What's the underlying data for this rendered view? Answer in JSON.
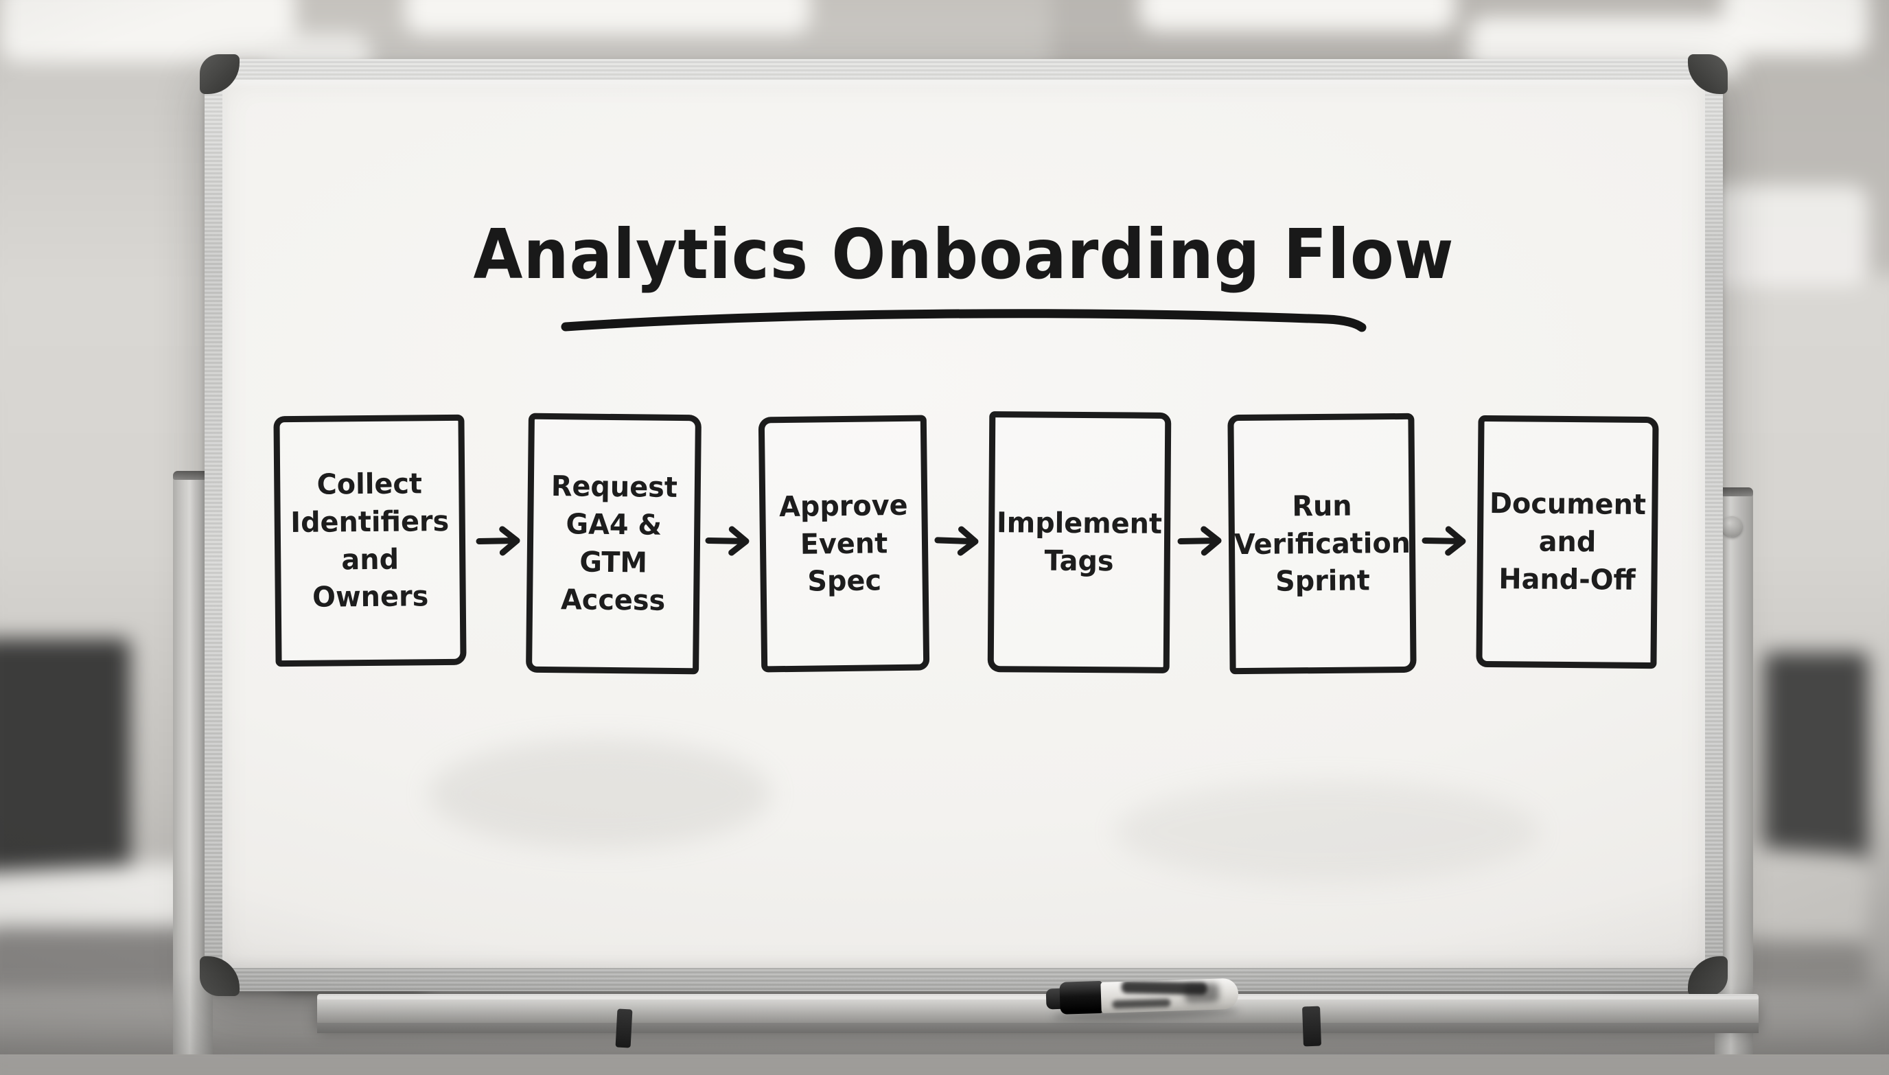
{
  "whiteboard": {
    "title": "Analytics Onboarding Flow",
    "flow": {
      "steps": [
        {
          "label": "Collect Identifiers and Owners"
        },
        {
          "label": "Request GA4 & GTM Access"
        },
        {
          "label": "Approve Event Spec"
        },
        {
          "label": "Implement Tags"
        },
        {
          "label": "Run Verification Sprint"
        },
        {
          "label": "Document and Hand-Off"
        }
      ],
      "connector_icon": "arrow-right-icon",
      "ink_color": "#1c1c1c"
    },
    "surface_color": "#f3f2ef",
    "frame_color": "#c9c9c7",
    "corner_cap_color": "#454543"
  },
  "marker_tray": {
    "marker_icon": "dry-erase-marker-icon",
    "marker_cap_color": "#161616",
    "marker_body_color": "#eceae6"
  }
}
